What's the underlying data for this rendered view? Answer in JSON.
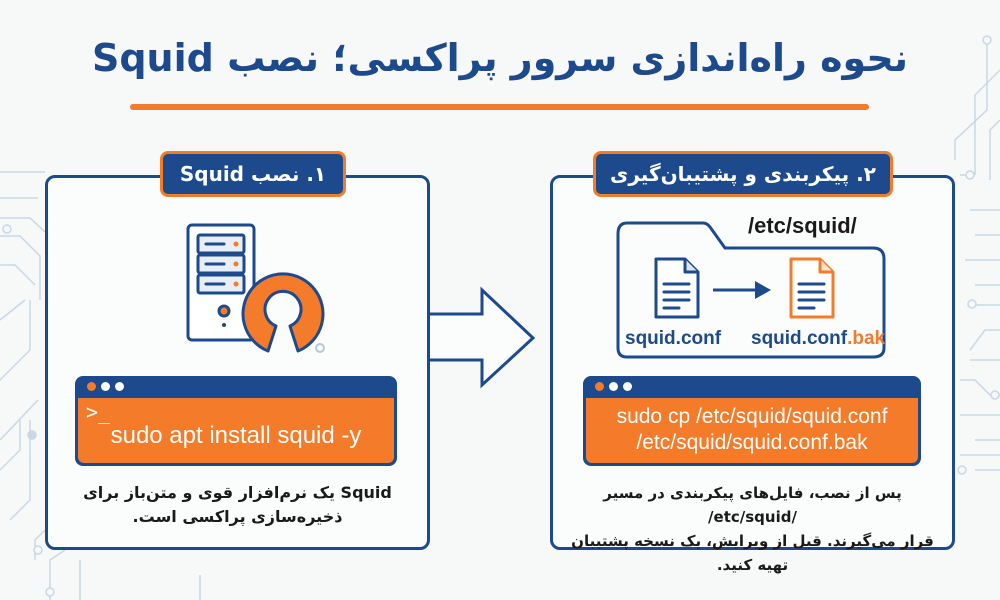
{
  "title": "نحوه راه‌اندازی سرور پراکسی؛ نصب Squid",
  "colors": {
    "primary": "#1d4a8c",
    "accent": "#f37b2a",
    "background": "#f7f8f8",
    "circuit": "#c9d7e6"
  },
  "steps": [
    {
      "badge": "۱. نصب Squid",
      "icons": [
        "server-icon",
        "open-source-icon"
      ],
      "terminal": {
        "prompt": ">_",
        "command": "sudo apt install squid -y"
      },
      "description_line1": "Squid یک نرم‌افزار قوی و متن‌باز برای",
      "description_line2": "ذخیره‌سازی پراکسی است."
    },
    {
      "badge": "۲. پیکربندی و پشتیبان‌گیری",
      "folder_path": "/etc/squid/",
      "source_file": "squid.conf",
      "backup_file_base": "squid.conf",
      "backup_file_ext": ".bak",
      "terminal": {
        "command_line1": "sudo cp /etc/squid/squid.conf",
        "command_line2": "/etc/squid/squid.conf.bak"
      },
      "description_line1": "پس از نصب، فایل‌های پیکربندی در مسیر /etc/squid/",
      "description_line2": "قرار می‌گیرند. قبل از ویرایش، یک نسخه پشتیبان تهیه کنید."
    }
  ],
  "connector": "arrow-right-icon"
}
